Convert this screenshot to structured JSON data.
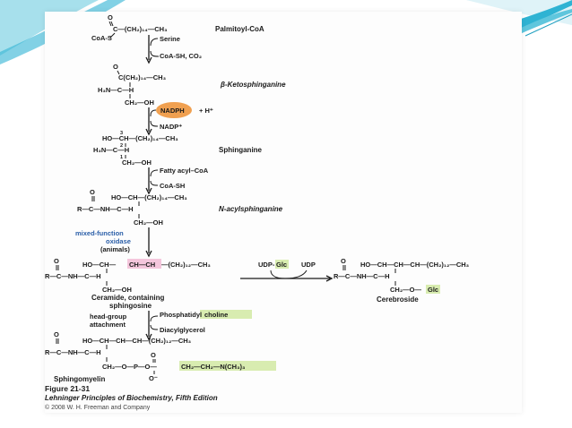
{
  "theme": {
    "accent": "#29a8c9",
    "highlight_pink": "#f4c6dc",
    "highlight_green": "#d8ecb0",
    "nadph_orange": "#f0a050"
  },
  "compounds": {
    "palmitoyl_coa": {
      "name": "Palmitoyl-CoA",
      "row1": "C—(CH₂)₁₄—CH₃",
      "row2": "CoA-S",
      "o": "O"
    },
    "ketosphinganine": {
      "name": "β-Ketosphinganine",
      "row1": "C(CH₂)₁₄—CH₃",
      "row2": "H₃N—C—H",
      "row3": "CH₂—OH",
      "o": "O"
    },
    "sphinganine": {
      "name": "Sphinganine",
      "row1": "HO—CH—(CH₂)₁₄—CH₃",
      "row2": "H₃N—C—H",
      "row3": "CH₂—OH",
      "n3": "3",
      "n2": "2",
      "n1": "1"
    },
    "acylsphinganine": {
      "name": "N-acylsphinganine",
      "row1": "HO—CH—(CH₂)₁₄—CH₃",
      "row2": "R—C—NH—C—H",
      "row3": "CH₂—OH",
      "o": "O"
    },
    "ceramide": {
      "name_line1": "Ceramide, containing",
      "name_line2": "sphingosine",
      "row1_a": "HO—CH—",
      "row1_b": "CH—CH",
      "row1_c": "—(CH₂)₁₂—CH₃",
      "row2": "R—C—NH—C—H",
      "row3": "CH₂—OH",
      "o": "O"
    },
    "cerebroside": {
      "name": "Cerebroside",
      "row1": "HO—CH—CH—CH—(CH₂)₁₂—CH₃",
      "row2": "R—C—NH—C—H",
      "row3_a": "CH₂—O—",
      "row3_b": "Glc",
      "o": "O"
    },
    "sphingomyelin": {
      "name": "Sphingomyelin",
      "row1": "HO—CH—CH—CH—(CH₂)₁₂—CH₃",
      "row2": "R—C—NH—C—H",
      "row3_a": "CH₂—O—P—O—",
      "row3_b": "CH₂—CH₂—N(CH₃)₃",
      "o": "O",
      "o_minus": "O⁻"
    }
  },
  "steps": {
    "s1_in": "Serine",
    "s1_out": "CoA-SH, CO₂",
    "s2_in": "NADPH",
    "s2_plus": "+ H⁺",
    "s2_out": "NADP⁺",
    "s3_in": "Fatty acyl–CoA",
    "s3_out": "CoA-SH",
    "enzyme_line1": "mixed-function",
    "enzyme_line2": "oxidase",
    "enzyme_line3": "(animals)",
    "udp_glc_a": "UDP-",
    "udp_glc_b": "Glc",
    "udp": "UDP",
    "headgroup_line1": "head-group",
    "headgroup_line2": "attachment",
    "s5_in_a": "Phosphatidyl",
    "s5_in_b": "choline",
    "s5_out": "Diacylglycerol"
  },
  "caption": {
    "figure": "Figure 21-31",
    "book": "Lehninger Principles of Biochemistry, Fifth Edition",
    "copyright": "© 2008 W. H. Freeman and Company"
  }
}
